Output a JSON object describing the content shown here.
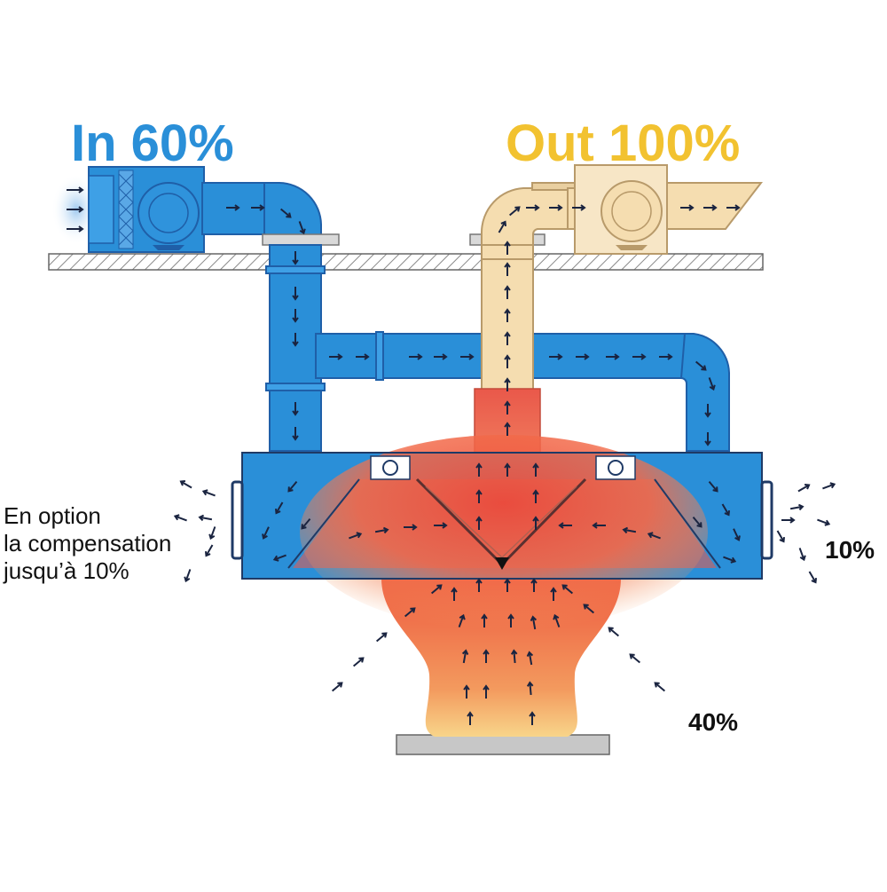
{
  "labels": {
    "in": "In 60%",
    "out": "Out 100%",
    "option_lines": [
      "En option",
      "la compensation",
      "jusqu’à 10%"
    ],
    "side_percent": "10%",
    "bottom_percent": "40%"
  },
  "colors": {
    "supply_blue": "#2a8fd8",
    "supply_blue_dark": "#1f5fa8",
    "exhaust_cream": "#f5ddb0",
    "exhaust_yellow": "#f2c230",
    "heat_red": "#ee4a3a",
    "heat_orange": "#f39a5e",
    "flame_yellow": "#f8d58a",
    "ceiling_gray": "#b8b8b8",
    "arrow": "#1a2440"
  }
}
